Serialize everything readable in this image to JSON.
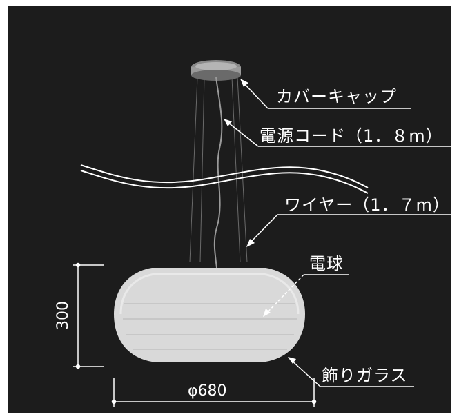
{
  "colors": {
    "background": "#1c1c1c",
    "frame": "#ffffff",
    "line": "#ffffff",
    "glass": "#dcdcdc"
  },
  "labels": {
    "cover_cap": "カバーキャップ",
    "power_cord": "電源コード（1．８m）",
    "wire": "ワイヤー（1．７m）",
    "bulb": "電球",
    "deco_glass": "飾りガラス"
  },
  "dimensions": {
    "height": "300",
    "diameter": "φ680"
  }
}
